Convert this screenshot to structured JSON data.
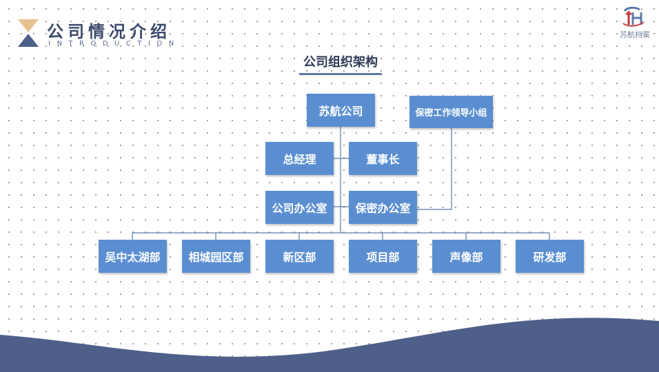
{
  "header": {
    "title_cn": "公司情况介绍",
    "title_en": "INTRODUCTION"
  },
  "logo": {
    "text": "苏航档案"
  },
  "diagram": {
    "title": "公司组织架构",
    "root": "苏航公司",
    "secrecy_group": "保密工作领导小组",
    "general_manager": "总经理",
    "chairman": "董事长",
    "company_office": "公司办公室",
    "secrecy_office": "保密办公室",
    "departments": [
      "吴中太湖部",
      "相城园区部",
      "新区部",
      "项目部",
      "声像部",
      "研发部"
    ]
  },
  "colors": {
    "box": "#5b8ed1",
    "line": "#5b79a8",
    "title": "#3b4a6b",
    "wave": "#4e5f8a",
    "accent": "#e6c28e"
  }
}
